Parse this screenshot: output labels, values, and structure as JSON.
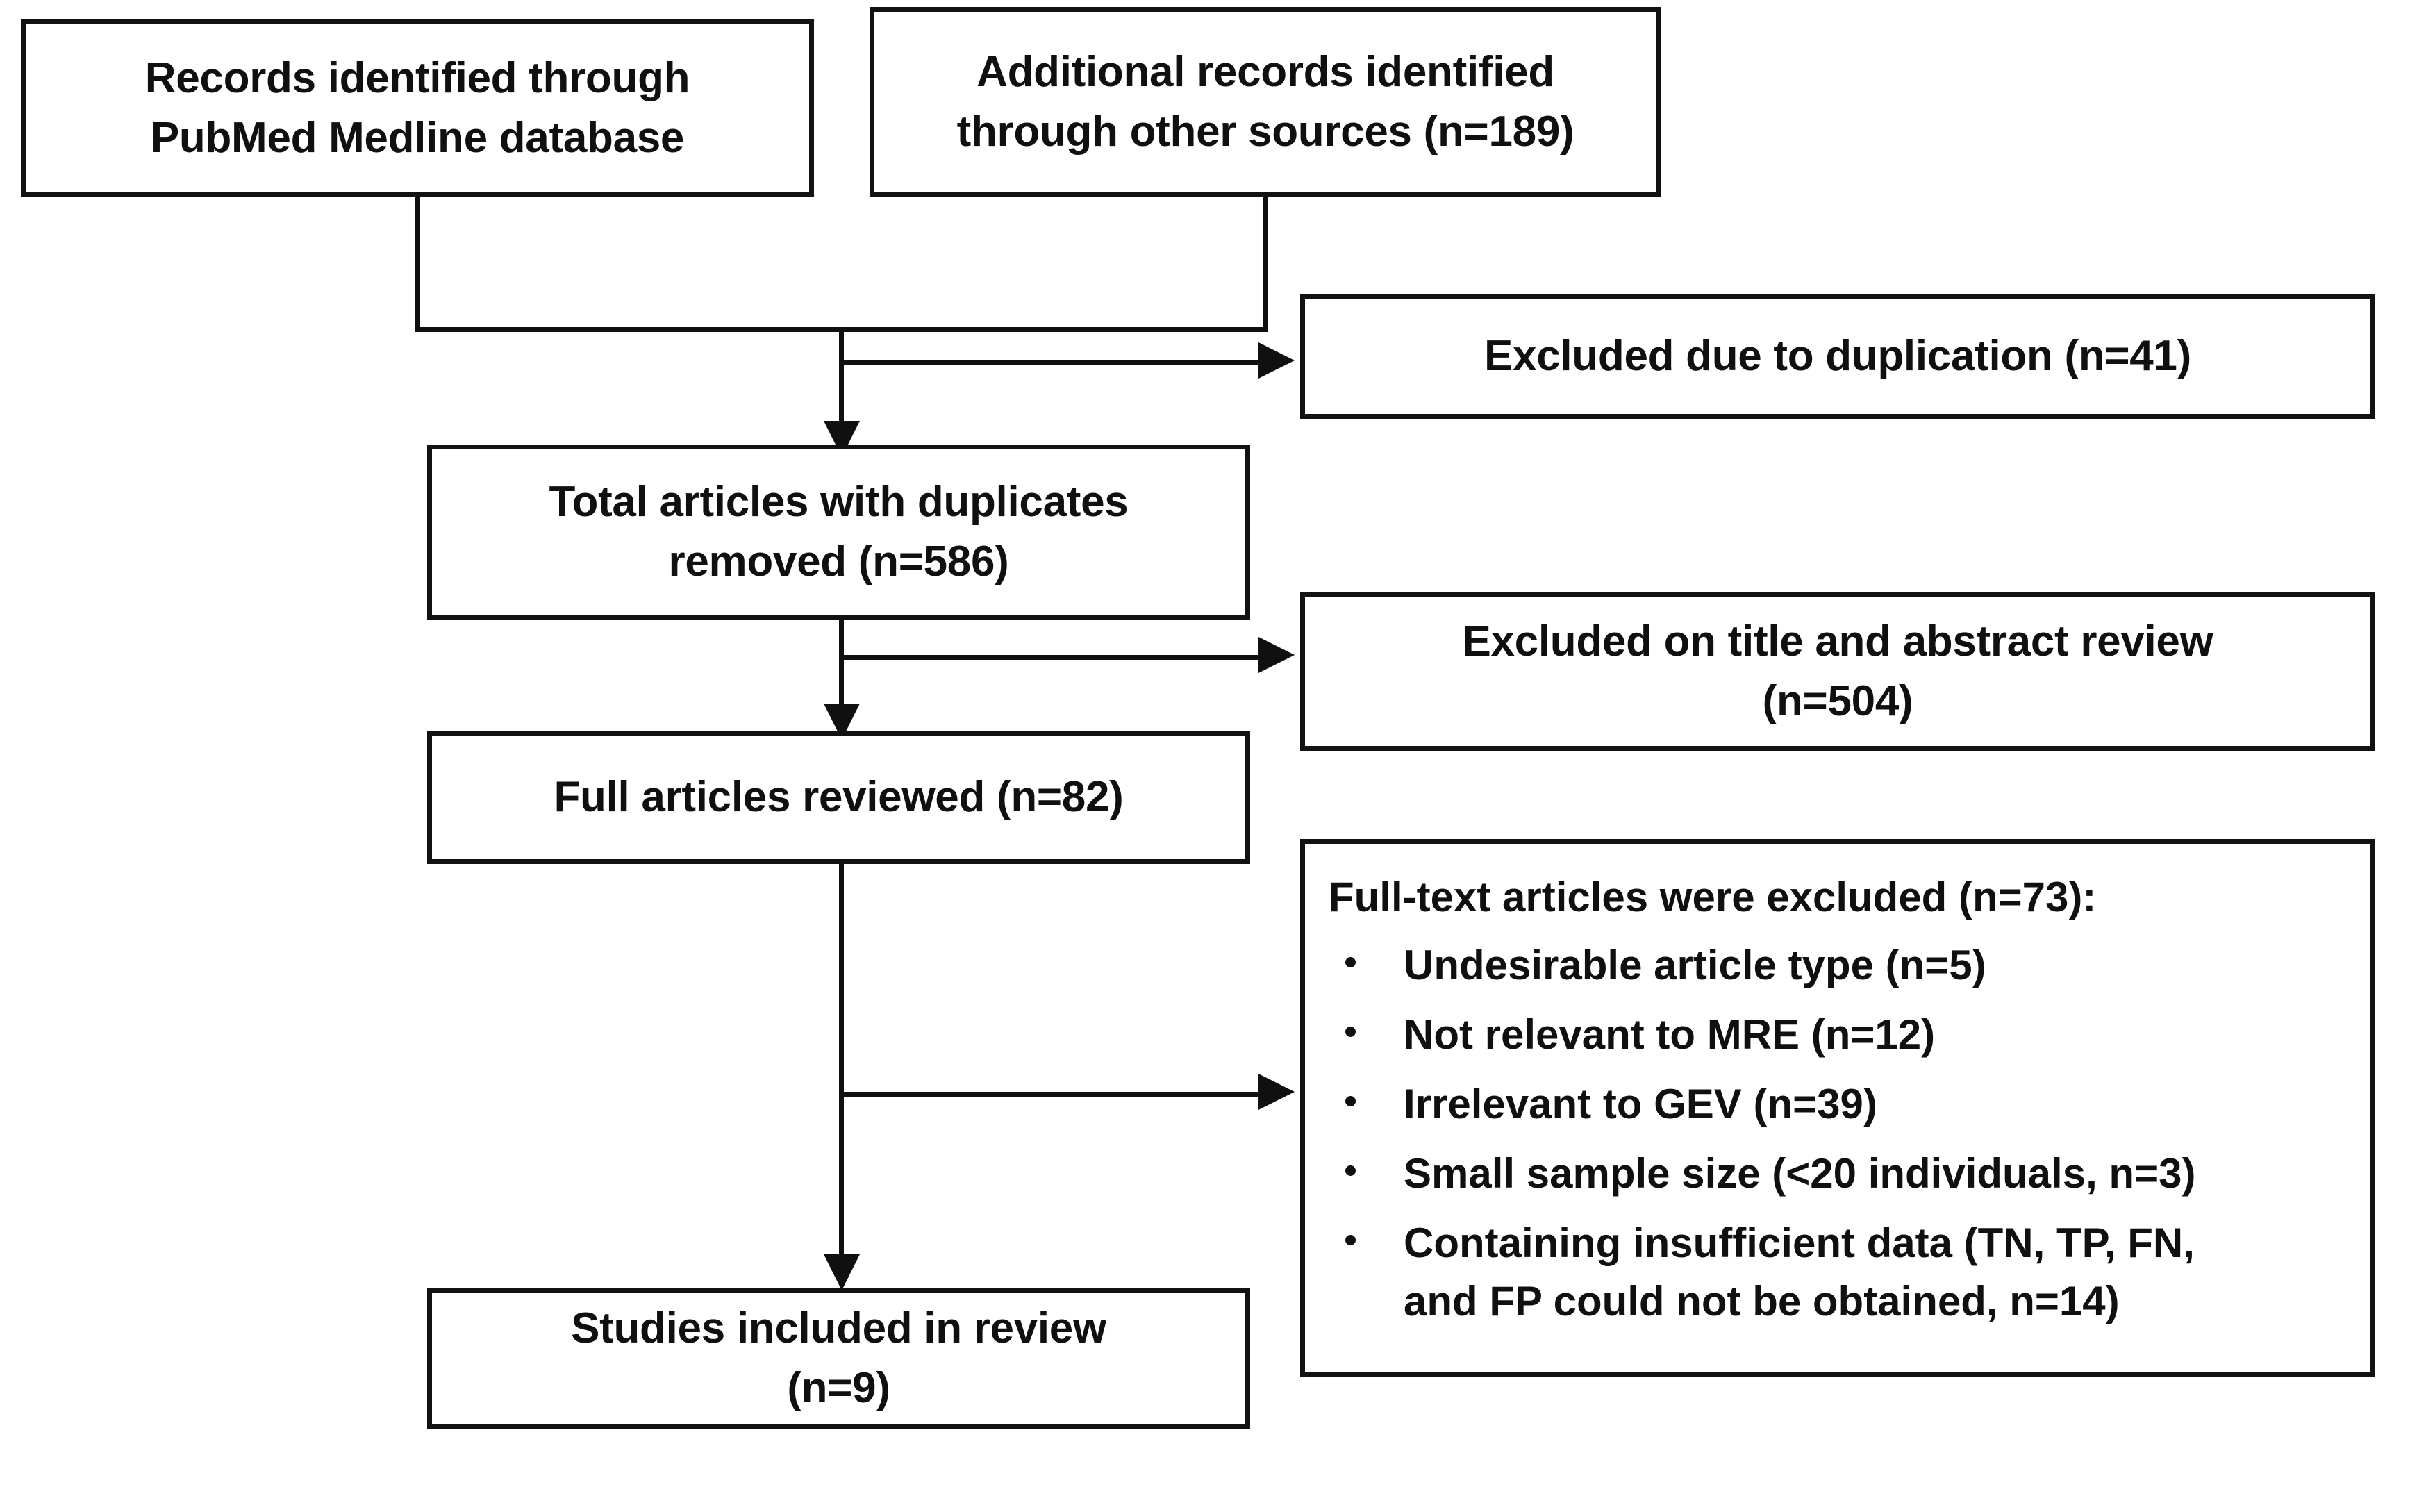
{
  "diagram": {
    "type": "prisma-flow-diagram",
    "title": "PRISMA study selection flow diagram",
    "line_color": "#101010",
    "box_border_color": "#121212",
    "background_color": "#ffffff"
  },
  "nodes": {
    "records_pubmed": {
      "id": "records-identified-pubmed",
      "lines": [
        "Records identified through",
        "PubMed Medline database"
      ]
    },
    "records_other": {
      "id": "additional-records-other-sources",
      "lines": [
        "Additional records identified",
        "through other sources (n=189)"
      ],
      "count": 189
    },
    "excluded_duplication": {
      "id": "excluded-due-to-duplication",
      "lines": [
        "Excluded due to duplication (n=41)"
      ],
      "count": 41
    },
    "duplicates_removed": {
      "id": "total-articles-duplicates-removed",
      "lines": [
        "Total articles with duplicates",
        "removed (n=586)"
      ],
      "count": 586
    },
    "excluded_title_abstract": {
      "id": "excluded-on-title-and-abstract-review",
      "lines": [
        "Excluded on title and abstract review",
        "(n=504)"
      ],
      "count": 504
    },
    "full_articles_reviewed": {
      "id": "full-articles-reviewed",
      "lines": [
        "Full articles reviewed (n=82)"
      ],
      "count": 82
    },
    "full_text_excluded": {
      "id": "full-text-articles-excluded",
      "heading": "Full-text articles were excluded (n=73):",
      "count": 73,
      "bullets": [
        {
          "text": "Undesirable article type (n=5)",
          "count": 5
        },
        {
          "text": "Not relevant to MRE (n=12)",
          "count": 12
        },
        {
          "text": "Irrelevant to GEV (n=39)",
          "count": 39
        },
        {
          "text": "Small sample size (<20 individuals, n=3)",
          "count": 3
        },
        {
          "text": "Containing insufficient data (TN, TP, FN,",
          "count": 14
        },
        {
          "text": "and FP could not be obtained, n=14)",
          "count": 14
        }
      ]
    },
    "studies_included": {
      "id": "studies-included-in-review",
      "lines": [
        "Studies included in review",
        "(n=9)"
      ],
      "count": 9
    }
  }
}
